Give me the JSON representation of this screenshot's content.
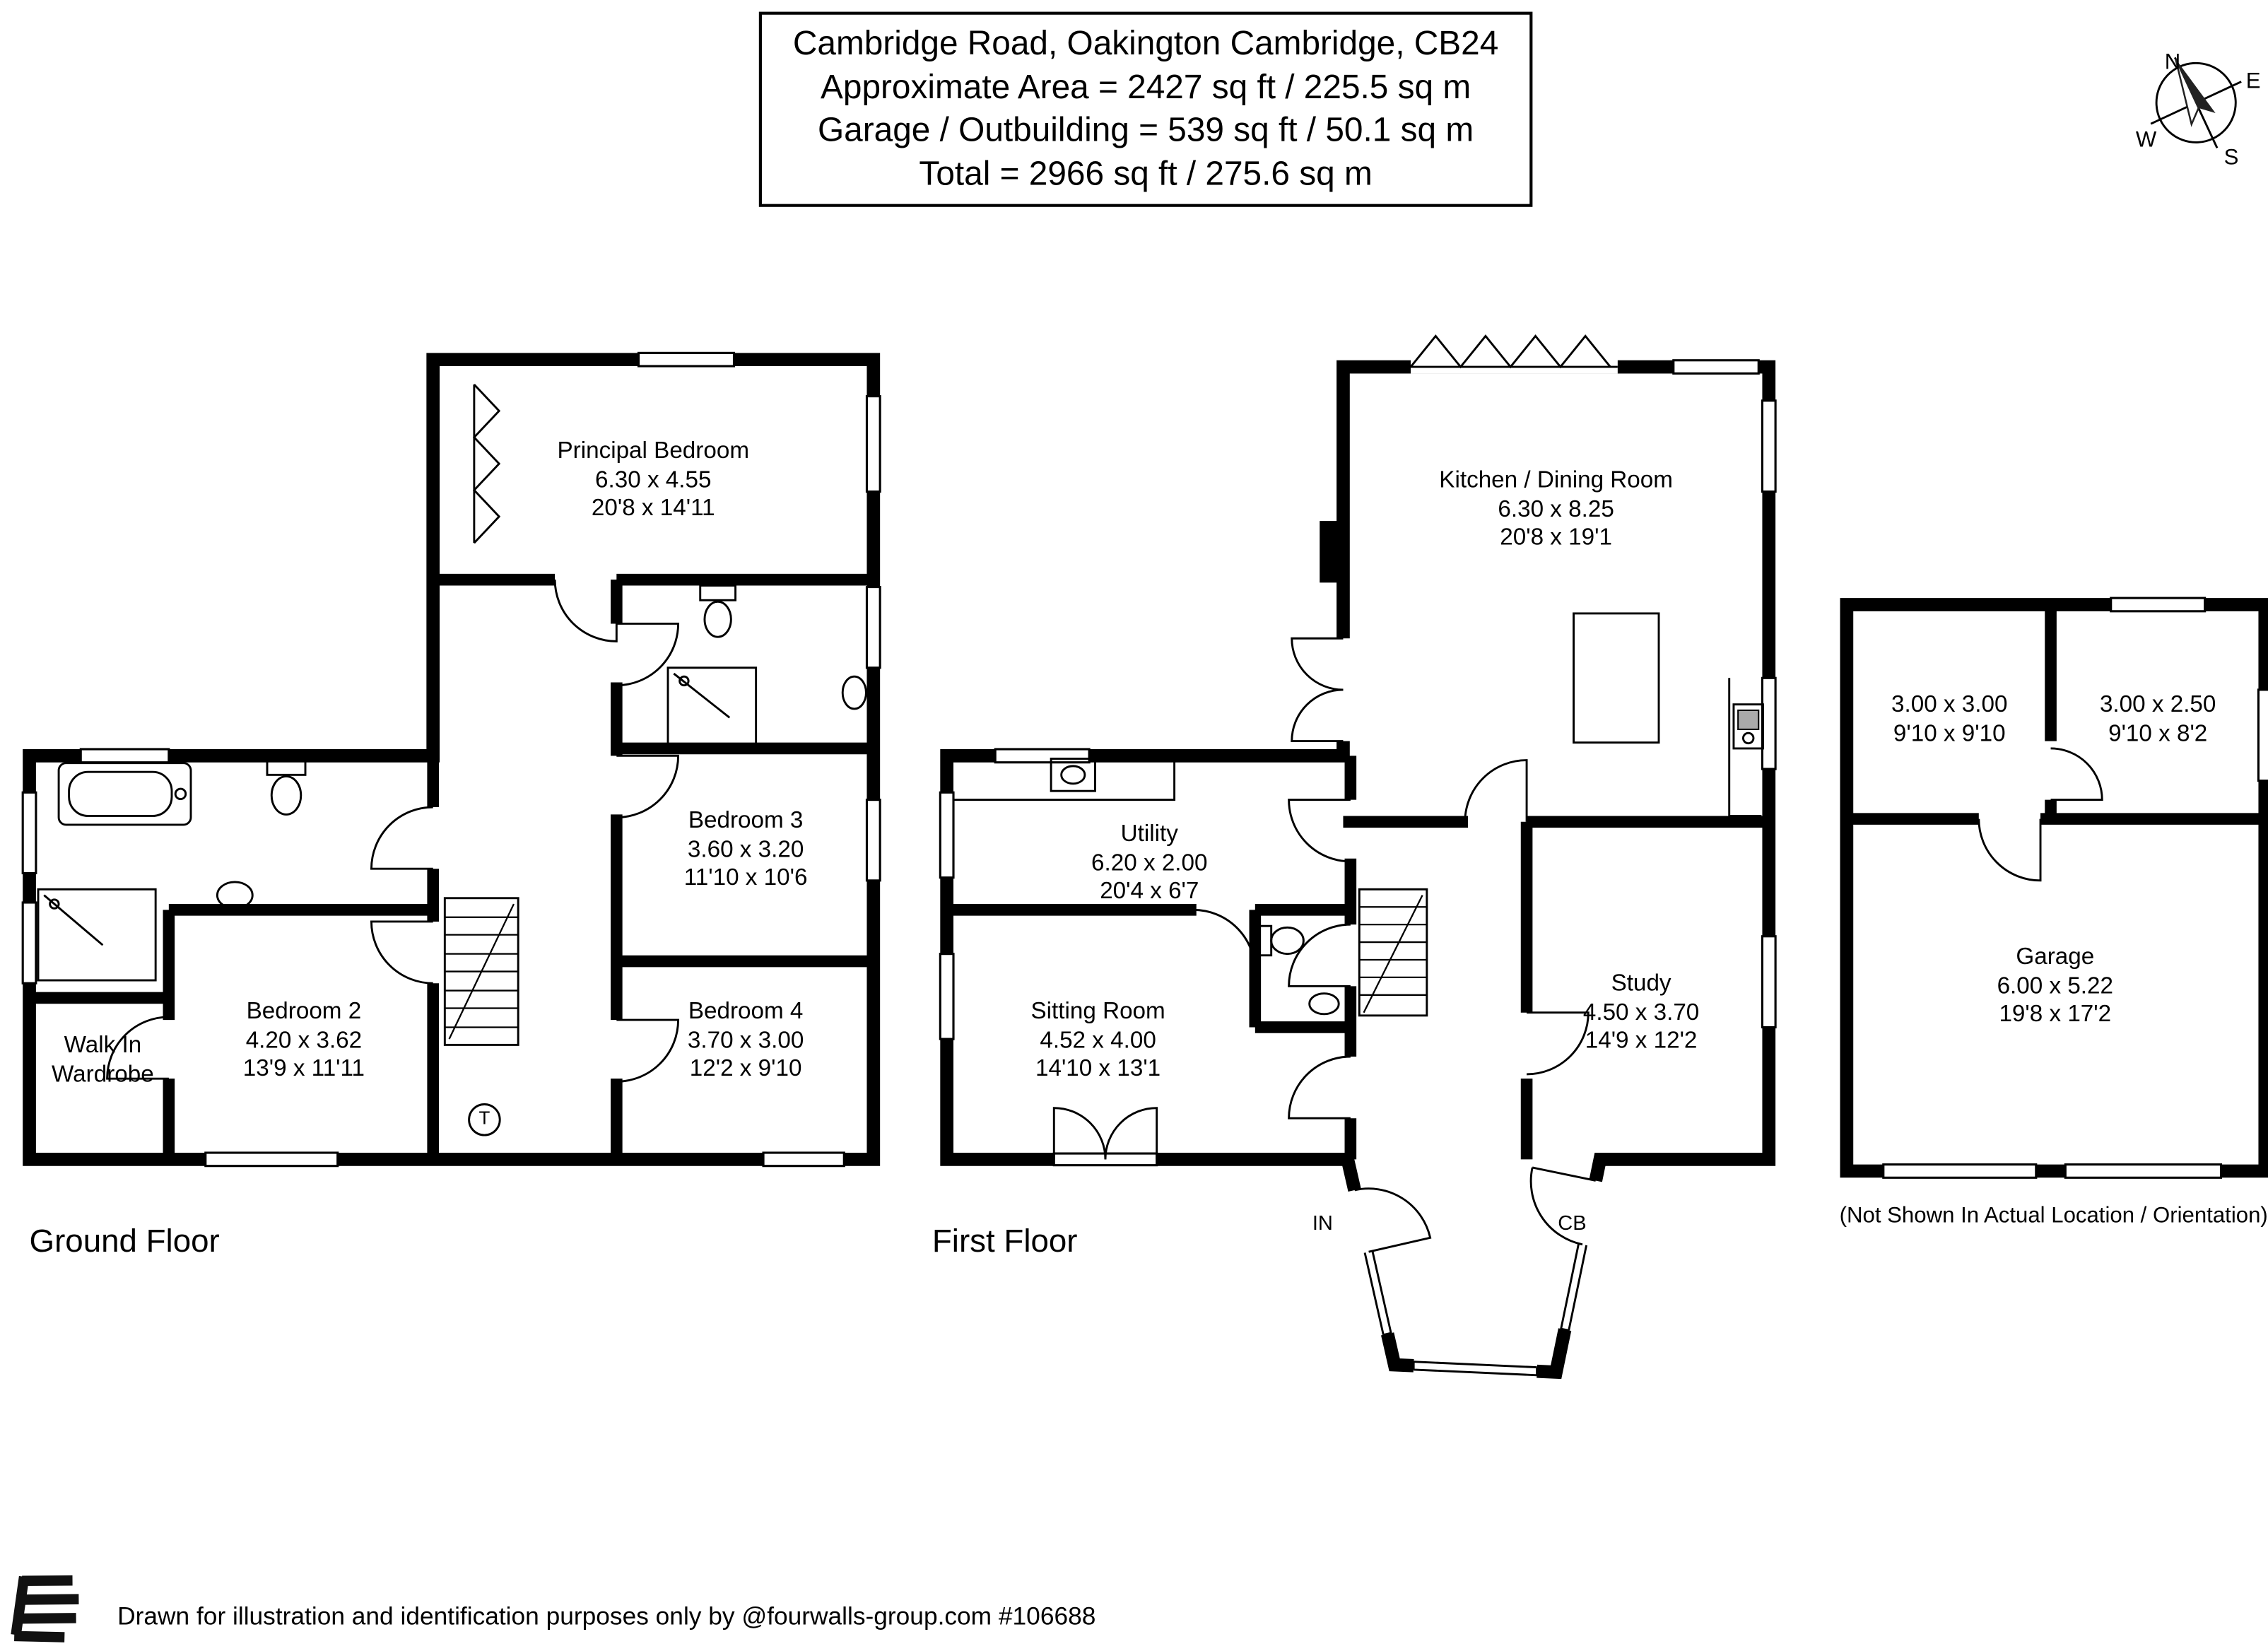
{
  "title_block": {
    "address": "Cambridge Road, Oakington Cambridge, CB24",
    "area": "Approximate Area = 2427 sq ft / 225.5 sq m",
    "garage": "Garage / Outbuilding = 539 sq ft / 50.1 sq m",
    "total": "Total = 2966 sq ft / 275.6 sq m"
  },
  "compass": {
    "n": "N",
    "e": "E",
    "s": "S",
    "w": "W"
  },
  "ground_floor": {
    "label": "Ground Floor",
    "thermostat": "T",
    "rooms": {
      "principal_bedroom": {
        "name": "Principal Bedroom",
        "metric": "6.30 x 4.55",
        "imperial": "20'8 x 14'11"
      },
      "bedroom_3": {
        "name": "Bedroom 3",
        "metric": "3.60 x 3.20",
        "imperial": "11'10 x 10'6"
      },
      "bedroom_2": {
        "name": "Bedroom 2",
        "metric": "4.20 x 3.62",
        "imperial": "13'9 x 11'11"
      },
      "bedroom_4": {
        "name": "Bedroom 4",
        "metric": "3.70 x 3.00",
        "imperial": "12'2 x 9'10"
      },
      "walk_in_wardrobe": {
        "name": "Walk In Wardrobe"
      }
    }
  },
  "first_floor": {
    "label": "First Floor",
    "entrance": "IN",
    "cupboard": "CB",
    "rooms": {
      "kitchen_dining": {
        "name": "Kitchen / Dining Room",
        "metric": "6.30 x 8.25",
        "imperial": "20'8 x 19'1"
      },
      "utility": {
        "name": "Utility",
        "metric": "6.20 x 2.00",
        "imperial": "20'4 x 6'7"
      },
      "sitting_room": {
        "name": "Sitting Room",
        "metric": "4.52 x 4.00",
        "imperial": "14'10 x 13'1"
      },
      "study": {
        "name": "Study",
        "metric": "4.50 x 3.70",
        "imperial": "14'9 x 12'2"
      }
    }
  },
  "outbuilding": {
    "note": "(Not Shown In Actual Location / Orientation)",
    "rooms": {
      "room_1": {
        "metric": "3.00 x 3.00",
        "imperial": "9'10 x 9'10"
      },
      "room_2": {
        "metric": "3.00 x 2.50",
        "imperial": "9'10 x 8'2"
      },
      "garage": {
        "name": "Garage",
        "metric": "6.00 x 5.22",
        "imperial": "19'8 x 17'2"
      }
    }
  },
  "footer": {
    "disclaimer": "Drawn for illustration and identification purposes only by @fourwalls-group.com #106688"
  }
}
